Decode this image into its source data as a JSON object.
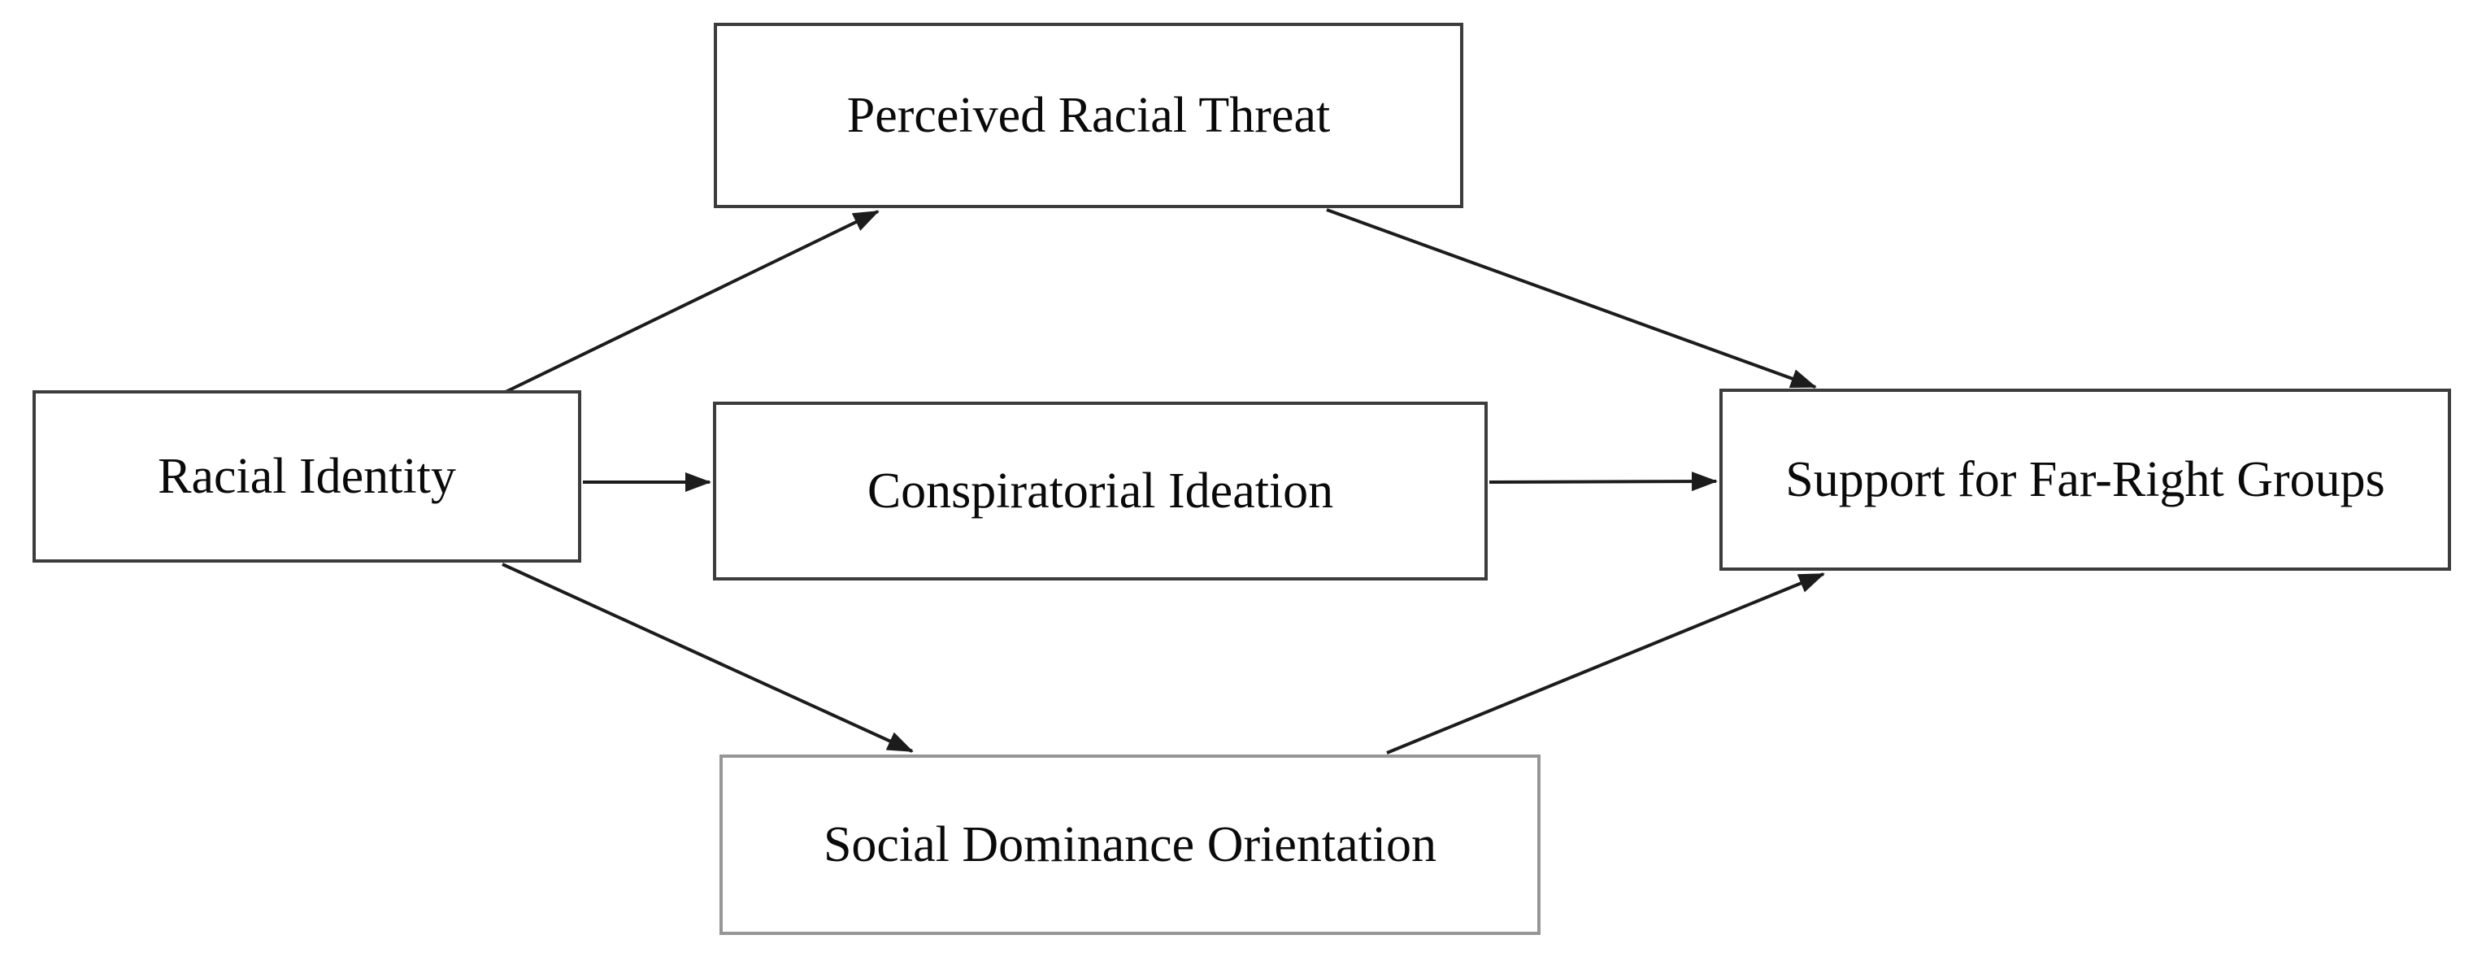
{
  "diagram": {
    "type": "path-model",
    "background_color": "#ffffff",
    "text_color": "#0a0a0a",
    "box_border_color": "#3c3c3c",
    "box_border_color_light": "#969696",
    "arrow_color": "#1c1c1c",
    "nodes": {
      "racial_identity": {
        "label": "Racial Identity",
        "role": "predictor"
      },
      "perceived_racial_threat": {
        "label": "Perceived Racial Threat",
        "role": "mediator-top"
      },
      "conspiratorial_ideation": {
        "label": "Conspiratorial Ideation",
        "role": "mediator-middle"
      },
      "social_dominance_orientation": {
        "label": "Social Dominance Orientation",
        "role": "mediator-bottom"
      },
      "support_far_right_groups": {
        "label": "Support for Far-Right Groups",
        "role": "outcome"
      }
    },
    "edges": [
      {
        "from": "Racial Identity",
        "to": "Perceived Racial Threat"
      },
      {
        "from": "Perceived Racial Threat",
        "to": "Support for Far-Right Groups"
      },
      {
        "from": "Racial Identity",
        "to": "Conspiratorial Ideation"
      },
      {
        "from": "Conspiratorial Ideation",
        "to": "Support for Far-Right Groups"
      },
      {
        "from": "Racial Identity",
        "to": "Social Dominance Orientation"
      },
      {
        "from": "Social Dominance Orientation",
        "to": "Support for Far-Right Groups"
      }
    ]
  }
}
